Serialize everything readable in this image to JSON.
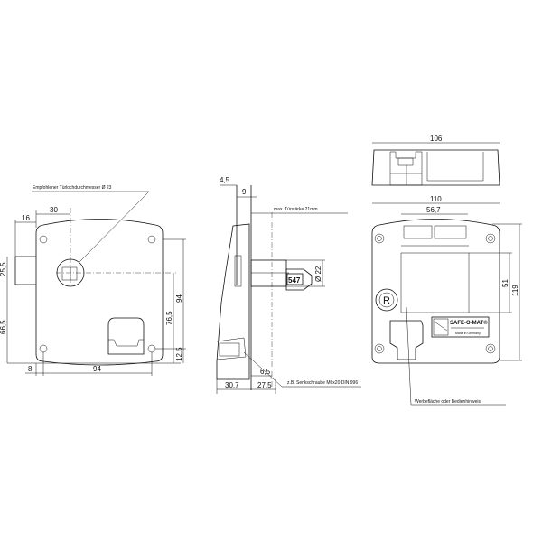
{
  "front_view": {
    "note_door_hole": "Empfohlener Türlochdurchmesser Ø 23",
    "dims": {
      "d30": "30",
      "d16": "16",
      "d25_5": "25,5",
      "d66_5": "66,5",
      "d76_5": "76,5",
      "d94v": "94",
      "d12_5": "12,5",
      "d8": "8",
      "d94h": "94"
    }
  },
  "side_view": {
    "dims": {
      "d4_5": "4,5",
      "d9": "9",
      "d_key": "Ø 22",
      "d6_5": "6,5",
      "d30_7": "30,7",
      "d27_5": "27,5"
    },
    "note_door_thickness": "max. Türstärke 21mm",
    "note_screw": "z.B. Senkschraube   M6x20 DIN 996",
    "key_number": "547"
  },
  "rear_view": {
    "dims": {
      "d106": "106",
      "d110": "110",
      "d56_7": "56,7",
      "d51": "51",
      "d119": "119"
    },
    "logo_text": "SAFE-O-MAT®",
    "logo_sub": "Made in Germany",
    "registered_mark": "R",
    "note_ad_area": "Werbefläche oder Bedienhinweis"
  }
}
